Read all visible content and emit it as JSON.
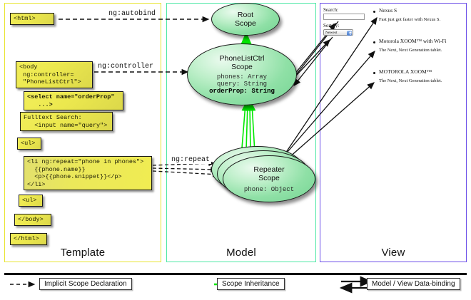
{
  "columns": [
    {
      "key": "template",
      "label": "Template",
      "border": "#e8e430"
    },
    {
      "key": "model",
      "label": "Model",
      "border": "#4ee8a6"
    },
    {
      "key": "view",
      "label": "View",
      "border": "#6b4ee8"
    }
  ],
  "template": {
    "boxes": [
      {
        "id": "html-open",
        "text": "<html>"
      },
      {
        "id": "body-open",
        "text": "<body\n ng:controller=\n \"PhoneListCtrl\">"
      },
      {
        "id": "select",
        "text": "<select name=\"orderProp\"\n   ...>"
      },
      {
        "id": "fulltext",
        "text": "Fulltext Search:\n   <input name=\"query\">"
      },
      {
        "id": "ul-open",
        "text": "<ul>"
      },
      {
        "id": "li-repeat",
        "text": "<li ng:repeat=\"phone in phones\">\n  {{phone.name}}\n  <p>{{phone.snippet}}</p>\n</li>"
      },
      {
        "id": "ul-close",
        "text": "<ul>"
      },
      {
        "id": "body-close",
        "text": "</body>"
      },
      {
        "id": "html-close",
        "text": "</html>"
      }
    ]
  },
  "model": {
    "scopes": [
      {
        "id": "root-scope",
        "title": "Root\nScope",
        "props": []
      },
      {
        "id": "phonelistctrl-scope",
        "title": "PhoneListCtrl\nScope",
        "props": [
          {
            "text": "phones: Array",
            "bold": false
          },
          {
            "text": "query: String",
            "bold": false
          },
          {
            "text": "orderProp: String",
            "bold": true
          }
        ]
      },
      {
        "id": "repeater-scope",
        "title": "Repeater\nScope",
        "props": [
          {
            "text": "phone: Object",
            "bold": false
          }
        ]
      }
    ]
  },
  "wires": {
    "autobind": "ng:autobind",
    "controller": "ng:controller",
    "repeat": "ng:repeat"
  },
  "view": {
    "search_label": "Search:",
    "search_value": "",
    "sort_label": "Sort by:",
    "sort_selected": "Newest",
    "phones": [
      {
        "name": "Nexus S",
        "snippet": "Fast just got faster with Nexus S."
      },
      {
        "name": "Motorola XOOM™ with Wi-Fi",
        "snippet": "The Next, Next Generation tablet."
      },
      {
        "name": "MOTOROLA XOOM™",
        "snippet": "The Next, Next Generation tablet."
      }
    ]
  },
  "legend": [
    {
      "id": "implicit",
      "label": "Implicit Scope Declaration",
      "style": "dashed-arrow",
      "color": "#111111"
    },
    {
      "id": "inheritance",
      "label": "Scope Inheritance",
      "style": "green-arrow",
      "color": "#00e800"
    },
    {
      "id": "databinding",
      "label": "Model / View Data-binding",
      "style": "double-arrow",
      "color": "#111111"
    }
  ]
}
